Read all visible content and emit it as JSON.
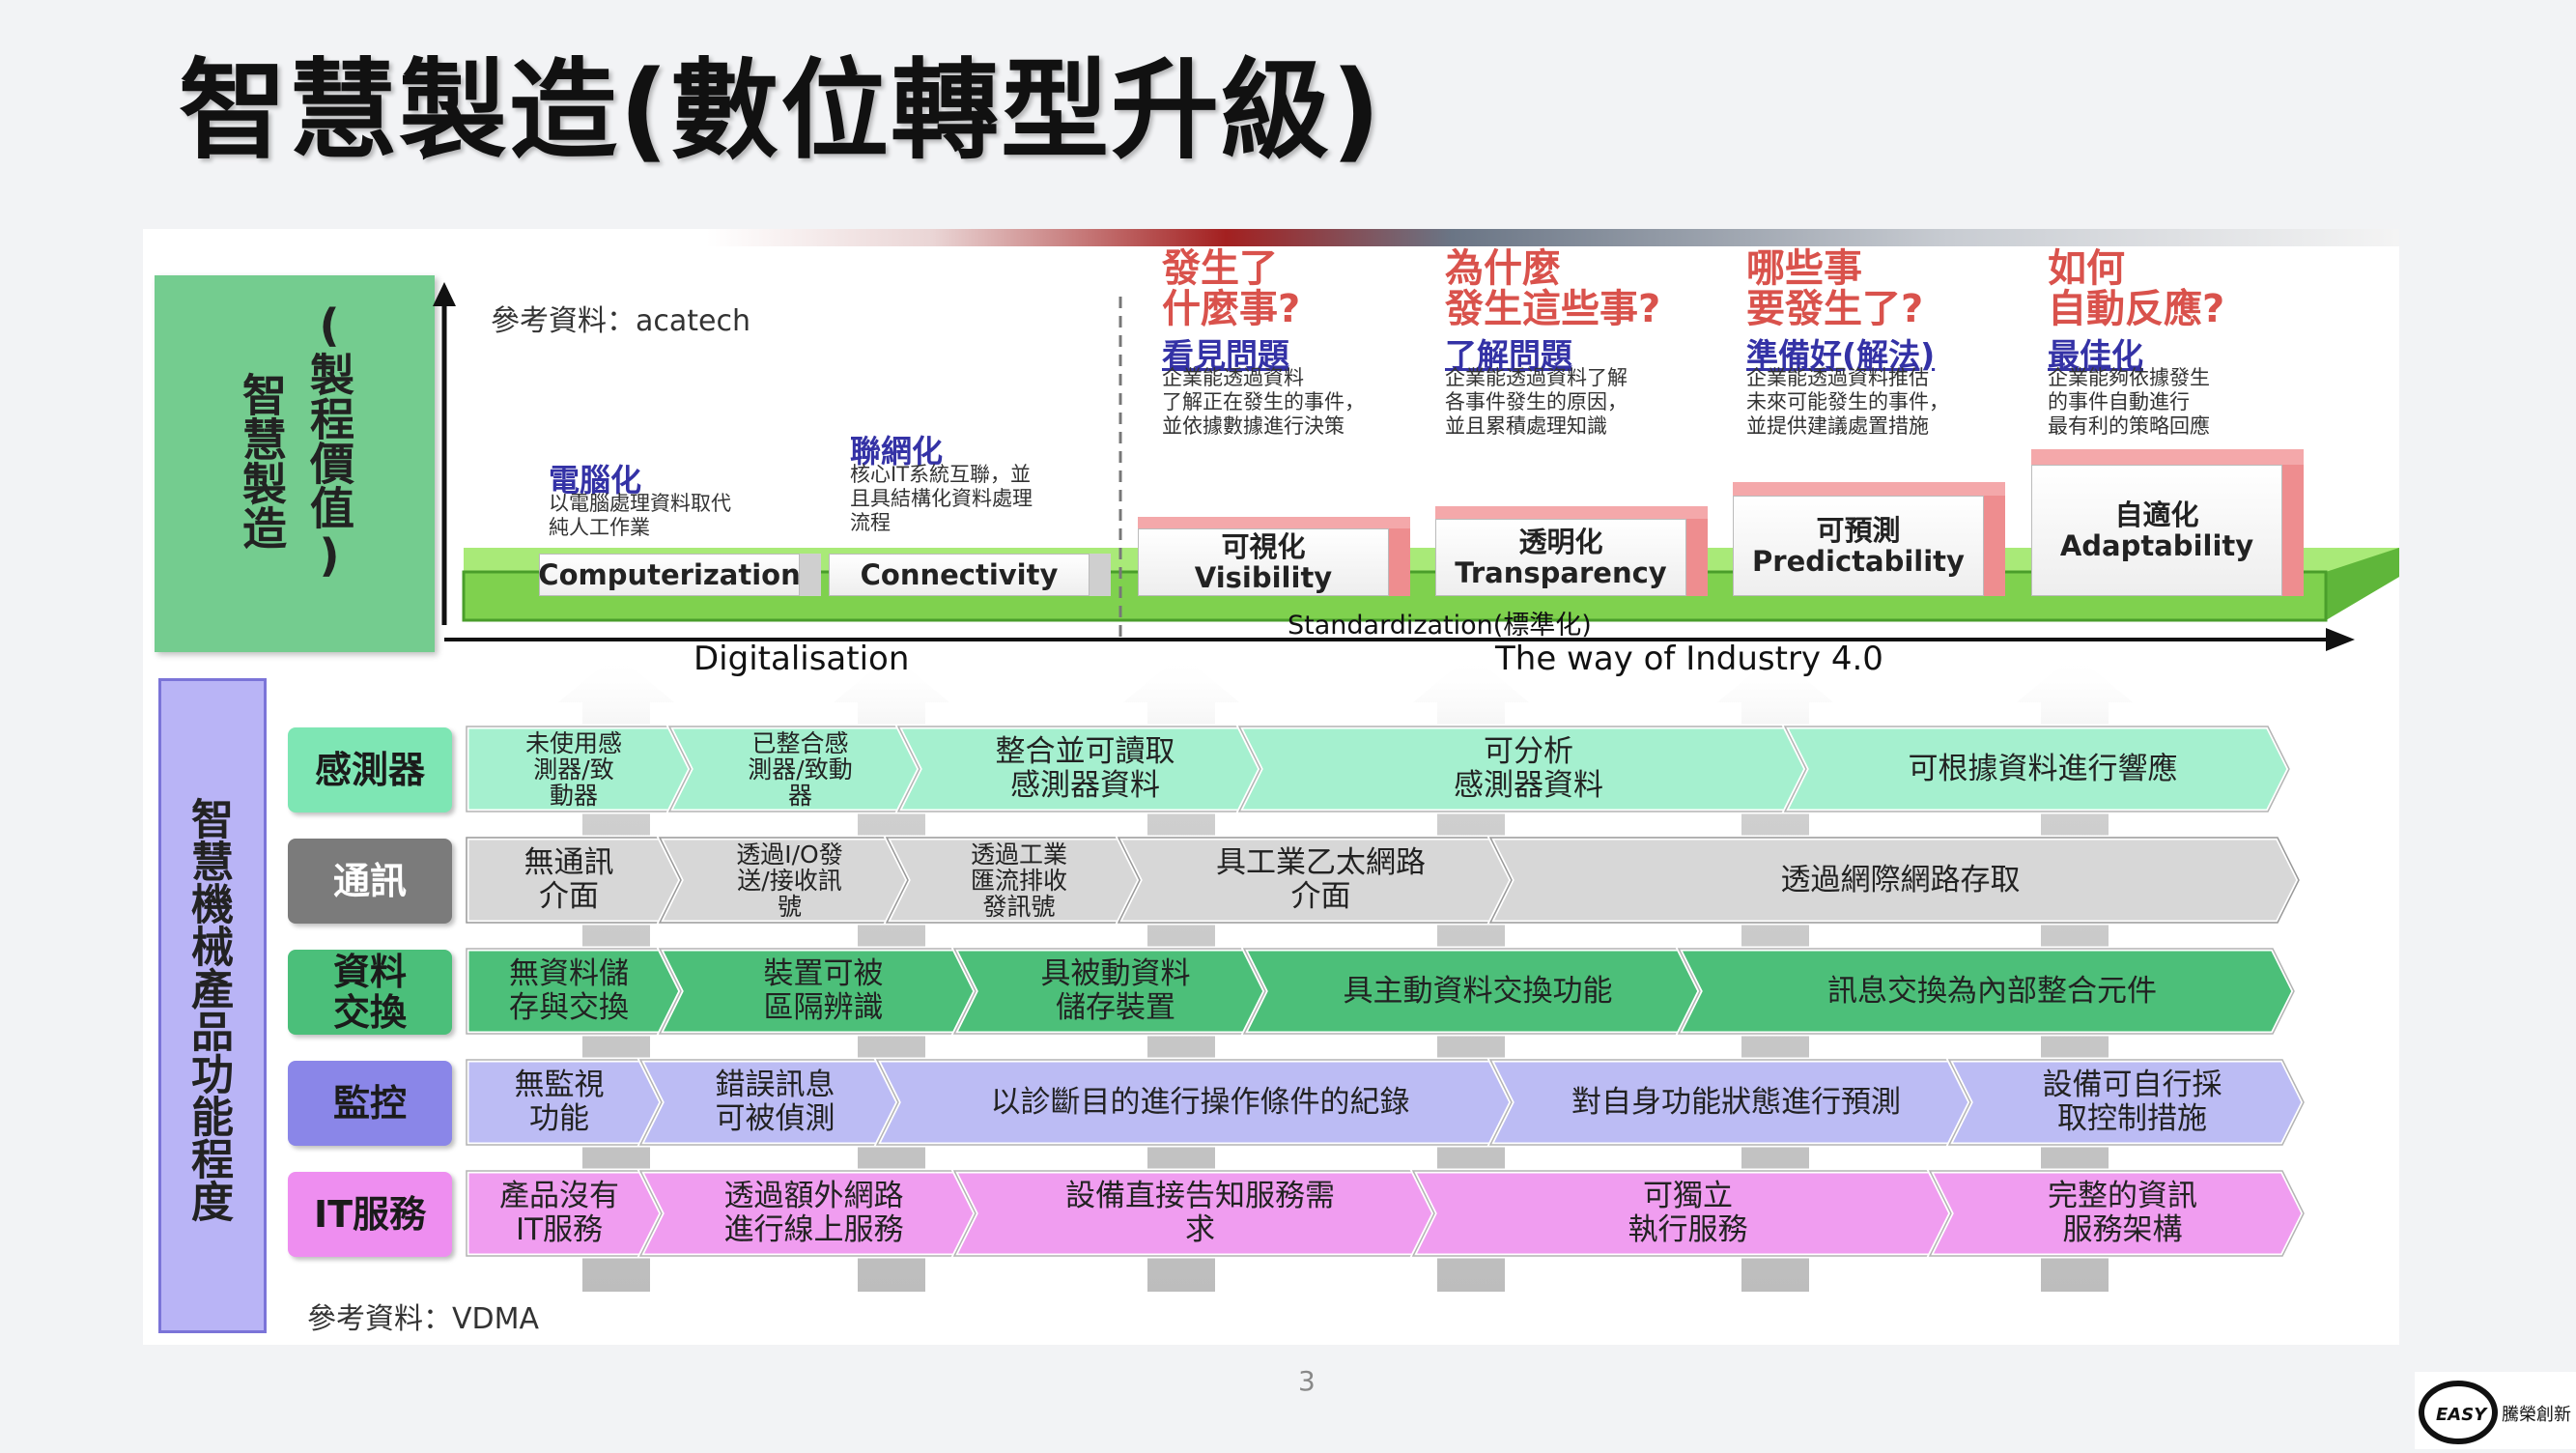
{
  "title": "智慧製造(數位轉型升級)",
  "page_number": "3",
  "logo_text": "EASY",
  "logo_name": "騰榮創新",
  "left_top_label": "智慧製造",
  "left_top_label2": "(製程價值)",
  "left_bottom_label": "智慧機械產品功能程度",
  "ref_top": "參考資料：acatech",
  "ref_bottom": "參考資料：VDMA",
  "axis": {
    "digitalisation": "Digitalisation",
    "industry40": "The way of Industry 4.0",
    "standardization": "Standardization(標準化)"
  },
  "early_stages": [
    {
      "title": "電腦化",
      "desc": "以電腦處理資料取代\n純人工作業",
      "block": "Computerization"
    },
    {
      "title": "聯網化",
      "desc": "核心IT系統互聯，並\n且具結構化資料處理\n流程",
      "block": "Connectivity"
    }
  ],
  "stages": [
    {
      "q": "發生了\n什麼事?",
      "sub": "看見問題",
      "desc": "企業能透過資料\n了解正在發生的事件，\n並依據數據進行決策",
      "zh": "可視化",
      "en": "Visibility"
    },
    {
      "q": "為什麼\n發生這些事?",
      "sub": "了解問題",
      "desc": "企業能透過資料了解\n各事件發生的原因，\n並且累積處理知識",
      "zh": "透明化",
      "en": "Transparency"
    },
    {
      "q": "哪些事\n要發生了?",
      "sub": "準備好(解法)",
      "desc": "企業能透過資料推估\n未來可能發生的事件，\n並提供建議處置措施",
      "zh": "可預測",
      "en": "Predictability"
    },
    {
      "q": "如何\n自動反應?",
      "sub": "最佳化",
      "desc": "企業能夠依據發生\n的事件自動進行\n最有利的策略回應",
      "zh": "自適化",
      "en": "Adaptability"
    }
  ],
  "rows": [
    {
      "label": "感測器",
      "color": "#7ee6b4",
      "cells": [
        "未使用感\n測器/致\n動器",
        "已整合感\n測器/致動\n器",
        "整合並可讀取\n感測器資料",
        "可分析\n感測器資料",
        "可根據資料進行響應"
      ]
    },
    {
      "label": "通訊",
      "color": "#7b7b7b",
      "cells": [
        "無通訊\n介面",
        "透過I/O發\n送/接收訊\n號",
        "透過工業\n匯流排收\n發訊號",
        "具工業乙太網路\n介面",
        "透過網際網路存取"
      ]
    },
    {
      "label": "資料\n交換",
      "color": "#4bbf7a",
      "cells": [
        "無資料儲\n存與交換",
        "裝置可被\n區隔辨識",
        "具被動資料\n儲存裝置",
        "具主動資料交換功能",
        "訊息交換為內部整合元件"
      ]
    },
    {
      "label": "監控",
      "color": "#8a86e8",
      "cells": [
        "無監視\n功能",
        "錯誤訊息\n可被偵測",
        "以診斷目的進行操作條件的紀錄",
        "對自身功能狀態進行預測",
        "設備可自行採\n取控制措施"
      ]
    },
    {
      "label": "IT服務",
      "color": "#ee8ef0",
      "cells": [
        "產品沒有\nIT服務",
        "透過額外網路\n進行線上服務",
        "設備直接告知服務需\n求",
        "可獨立\n執行服務",
        "完整的資訊\n服務架構"
      ]
    }
  ],
  "colors": {
    "green": "#74cc8f",
    "purple": "#b9b4f6",
    "stage_red": "#d9524c",
    "stage_blue": "#3432a6",
    "block_pink": "#f4a8aa",
    "arrow_gray": "#c9c9c9"
  }
}
